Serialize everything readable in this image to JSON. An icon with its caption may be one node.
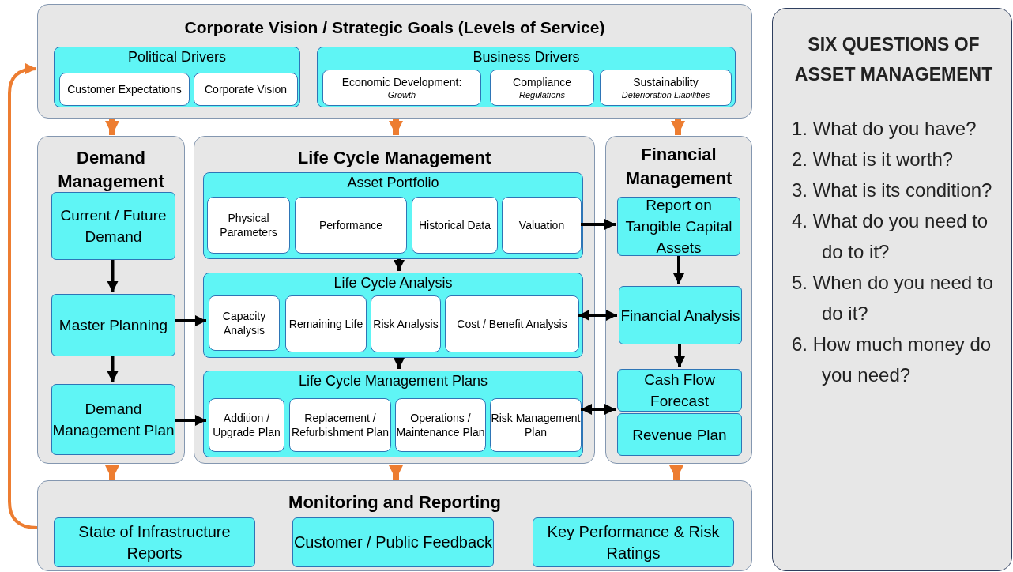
{
  "diagram": {
    "nodes": [
      {
        "text": [
          "Corporate Vision / Strategic Goals (Levels of Service)"
        ]
      },
      {
        "text": [
          "Political Drivers"
        ],
        "in": 0
      },
      {
        "text": [
          "Customer Expectations"
        ],
        "in": 1
      },
      {
        "text": [
          "Corporate Vision"
        ],
        "in": 1
      },
      {
        "text": [
          "Business Drivers"
        ],
        "in": 0
      },
      {
        "text": [
          "Economic Development:",
          "Growth"
        ],
        "in": 4
      },
      {
        "text": [
          "Compliance",
          "Regulations"
        ],
        "in": 4
      },
      {
        "text": [
          "Sustainability",
          "Deterioration Liabilities"
        ],
        "in": 4
      },
      {
        "text": [
          "Demand Management"
        ]
      },
      {
        "text": [
          "Current / Future Demand"
        ],
        "in": 8
      },
      {
        "text": [
          "Master Planning"
        ],
        "in": 8
      },
      {
        "text": [
          "Demand Management Plan"
        ],
        "in": 8
      },
      {
        "text": [
          "Life Cycle Management"
        ]
      },
      {
        "text": [
          "Asset Portfolio"
        ],
        "in": 12
      },
      {
        "text": [
          "Physical Parameters"
        ],
        "in": 13
      },
      {
        "text": [
          "Performance"
        ],
        "in": 13
      },
      {
        "text": [
          "Historical Data"
        ],
        "in": 13
      },
      {
        "text": [
          "Valuation"
        ],
        "in": 13
      },
      {
        "text": [
          "Life Cycle Analysis"
        ],
        "in": 12
      },
      {
        "text": [
          "Capacity Analysis"
        ],
        "in": 18
      },
      {
        "text": [
          "Remaining Life"
        ],
        "in": 18
      },
      {
        "text": [
          "Risk Analysis"
        ],
        "in": 18
      },
      {
        "text": [
          "Cost / Benefit Analysis"
        ],
        "in": 18
      },
      {
        "text": [
          "Life Cycle Management Plans"
        ],
        "in": 12
      },
      {
        "text": [
          "Addition / Upgrade Plan"
        ],
        "in": 23
      },
      {
        "text": [
          "Replacement / Refurbishment Plan"
        ],
        "in": 23
      },
      {
        "text": [
          "Operations / Maintenance Plan"
        ],
        "in": 23
      },
      {
        "text": [
          "Risk Management Plan"
        ],
        "in": 23
      },
      {
        "text": [
          "Financial Management"
        ]
      },
      {
        "text": [
          "Report on Tangible Capital Assets"
        ],
        "in": 28
      },
      {
        "text": [
          "Financial Analysis"
        ],
        "in": 28
      },
      {
        "text": [
          "Cash Flow Forecast"
        ],
        "in": 28
      },
      {
        "text": [
          "Revenue Plan"
        ],
        "in": 28
      },
      {
        "text": [
          "Monitoring and Reporting"
        ]
      },
      {
        "text": [
          "State of Infrastructure Reports"
        ],
        "in": 33
      },
      {
        "text": [
          "Customer / Public Feedback"
        ],
        "in": 33
      },
      {
        "text": [
          "Key Performance & Risk Ratings"
        ],
        "in": 33
      },
      {
        "text": [
          "SIX QUESTIONS OF ASSET MANAGEMENT",
          "1. What do you have?",
          "2. What is it worth?",
          "3. What is its condition?",
          "4. What do you need to do to it?",
          "5. When do you need to do it?",
          "6. How much money do you need?"
        ]
      }
    ],
    "edges": [
      {
        "from": 0,
        "to": 8,
        "arrow": "to",
        "style": "thick",
        "color": "#ed7d31"
      },
      {
        "from": 0,
        "to": 12,
        "arrow": "to",
        "style": "thick",
        "color": "#ed7d31"
      },
      {
        "from": 0,
        "to": 28,
        "arrow": "to",
        "style": "thick",
        "color": "#ed7d31"
      },
      {
        "from": 9,
        "to": 10,
        "arrow": "to"
      },
      {
        "from": 10,
        "to": 11,
        "arrow": "to"
      },
      {
        "from": 13,
        "to": 18,
        "arrow": "to"
      },
      {
        "from": 18,
        "to": 23,
        "arrow": "to"
      },
      {
        "from": 10,
        "to": 19,
        "arrow": "to"
      },
      {
        "from": 11,
        "to": 24,
        "arrow": "to"
      },
      {
        "from": 17,
        "to": 29,
        "arrow": "to"
      },
      {
        "from": 29,
        "to": 30,
        "arrow": "to"
      },
      {
        "from": 22,
        "to": 30,
        "arrow": "both"
      },
      {
        "from": 30,
        "to": 31,
        "arrow": "to"
      },
      {
        "from": 27,
        "to": 31,
        "arrow": "both"
      },
      {
        "from": 8,
        "to": 33,
        "arrow": "to",
        "style": "thick",
        "color": "#ed7d31"
      },
      {
        "from": 12,
        "to": 33,
        "arrow": "to",
        "style": "thick",
        "color": "#ed7d31"
      },
      {
        "from": 28,
        "to": 33,
        "arrow": "to",
        "style": "thick",
        "color": "#ed7d31"
      },
      {
        "from": 33,
        "to": 0,
        "arrow": "to",
        "color": "#ed7d31"
      }
    ]
  }
}
